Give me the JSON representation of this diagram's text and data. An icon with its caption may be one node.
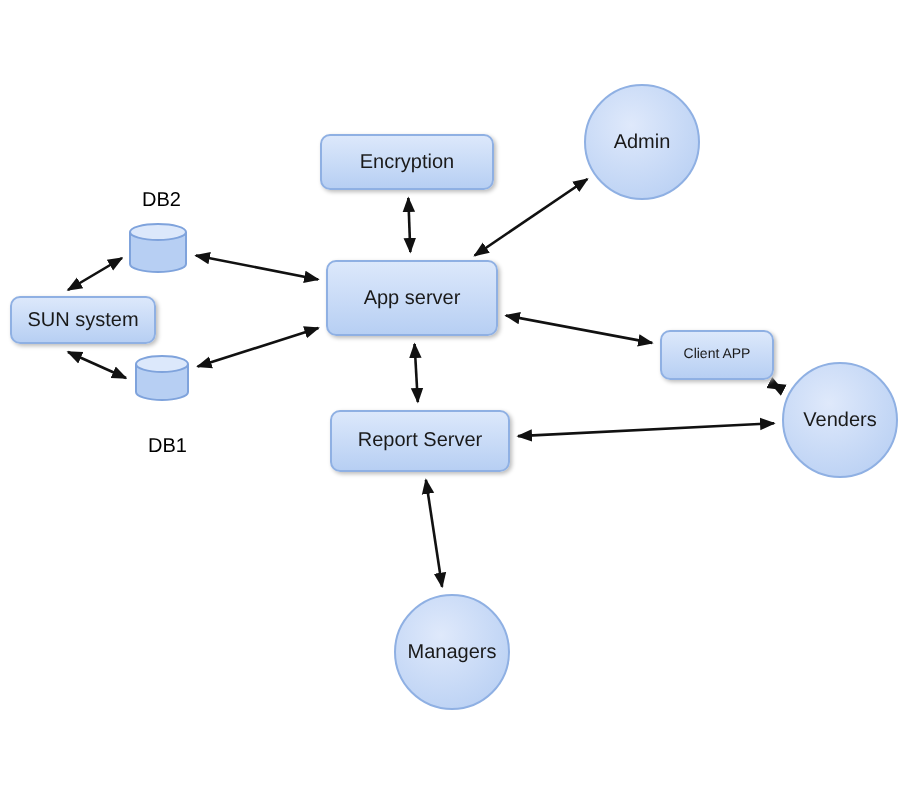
{
  "diagram": {
    "nodes": [
      {
        "text": [
          "Encryption"
        ]
      },
      {
        "text": [
          "Admin"
        ]
      },
      {
        "text": [],
        "shape": "cylinder",
        "beside": [
          "DB2"
        ]
      },
      {
        "text": [
          "App server"
        ]
      },
      {
        "text": [
          "SUN system"
        ]
      },
      {
        "text": [
          "Client APP"
        ]
      },
      {
        "text": [],
        "shape": "cylinder",
        "beside": [
          "DB1"
        ]
      },
      {
        "text": [
          "Report Server"
        ]
      },
      {
        "text": [
          "Venders"
        ]
      },
      {
        "text": [
          "Managers"
        ]
      }
    ],
    "edges": [
      {
        "from": 4,
        "to": 2,
        "arrow": "both"
      },
      {
        "from": 4,
        "to": 6,
        "arrow": "both"
      },
      {
        "from": 2,
        "to": 3,
        "arrow": "both"
      },
      {
        "from": 6,
        "to": 3,
        "arrow": "both"
      },
      {
        "from": 0,
        "to": 3,
        "arrow": "both"
      },
      {
        "from": 3,
        "to": 1,
        "arrow": "both"
      },
      {
        "from": 3,
        "to": 5,
        "arrow": "both"
      },
      {
        "from": 5,
        "to": 8,
        "arrow": "both"
      },
      {
        "from": 3,
        "to": 7,
        "arrow": "both"
      },
      {
        "from": 7,
        "to": 8,
        "arrow": "both"
      },
      {
        "from": 7,
        "to": 9,
        "arrow": "both"
      }
    ]
  }
}
